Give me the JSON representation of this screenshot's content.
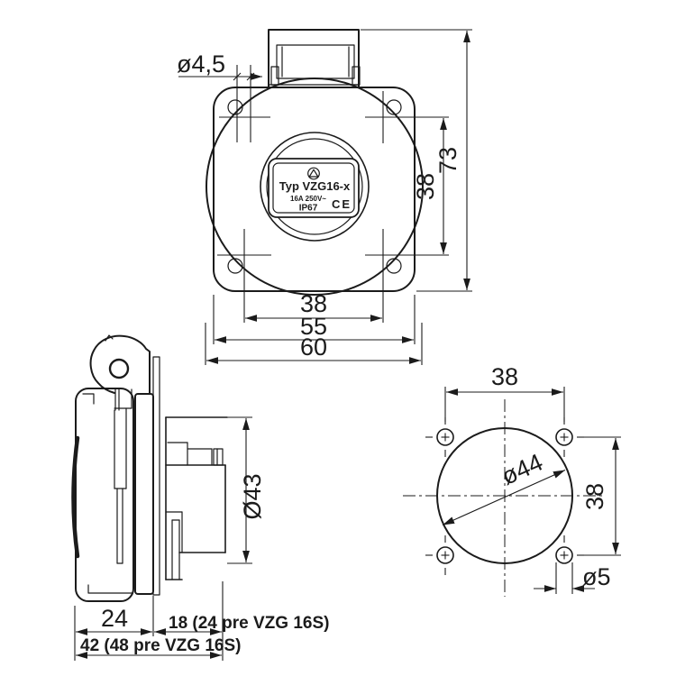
{
  "drawing": {
    "front_view": {
      "hole_diameter": "ø4,5",
      "overall_height": "73",
      "hole_spacing_vertical": "38",
      "hole_spacing_horizontal": "38",
      "flange_width": "55",
      "body_width": "60",
      "nameplate": {
        "line1": "Typ VZG16-x",
        "line2": "16A 250V~",
        "line3": "IP67",
        "ce_mark": "CE"
      }
    },
    "side_view": {
      "body_diameter": "Ø43",
      "front_depth": "24",
      "behind_panel_depth": "18 (24 pre VZG 16S)",
      "total_depth": "42 (48 pre VZG 16S)"
    },
    "drill_template": {
      "hole_spacing_top": "38",
      "hole_spacing_right": "38",
      "cutout_diameter": "ø44",
      "screw_hole_diameter": "ø5"
    },
    "colors": {
      "line": "#1b1b1b",
      "background": "#ffffff"
    }
  }
}
